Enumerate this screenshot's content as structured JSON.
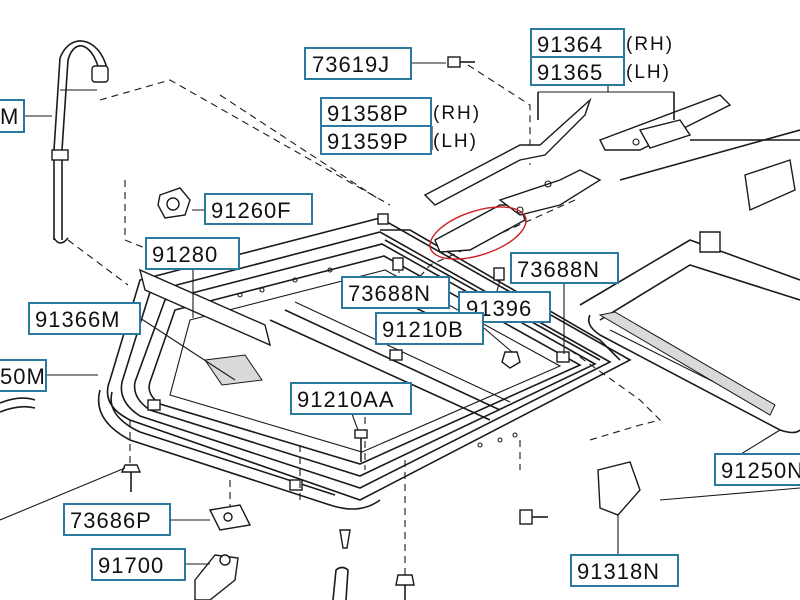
{
  "labels": {
    "l_73619J": "73619J",
    "l_91364": "91364",
    "l_91364_side": "(RH)",
    "l_91365": "91365",
    "l_91365_side": "(LH)",
    "l_91358P": "91358P",
    "l_91358P_side": "(RH)",
    "l_91359P": "91359P",
    "l_91359P_side": "(LH)",
    "l_91260F": "91260F",
    "l_91280": "91280",
    "l_73688N_a": "73688N",
    "l_73688N_b": "73688N",
    "l_91396": "91396",
    "l_91366M": "91366M",
    "l_91210B": "91210B",
    "l_50M": "50M",
    "l_91210AA": "91210AA",
    "l_73686P": "73686P",
    "l_91700": "91700",
    "l_91250N": "91250N",
    "l_91318N": "91318N",
    "l_M_left": "M"
  },
  "colors": {
    "label_border": "#2a7aa0",
    "line": "#1a1a1a",
    "highlight_circle": "#cc1f1f"
  }
}
